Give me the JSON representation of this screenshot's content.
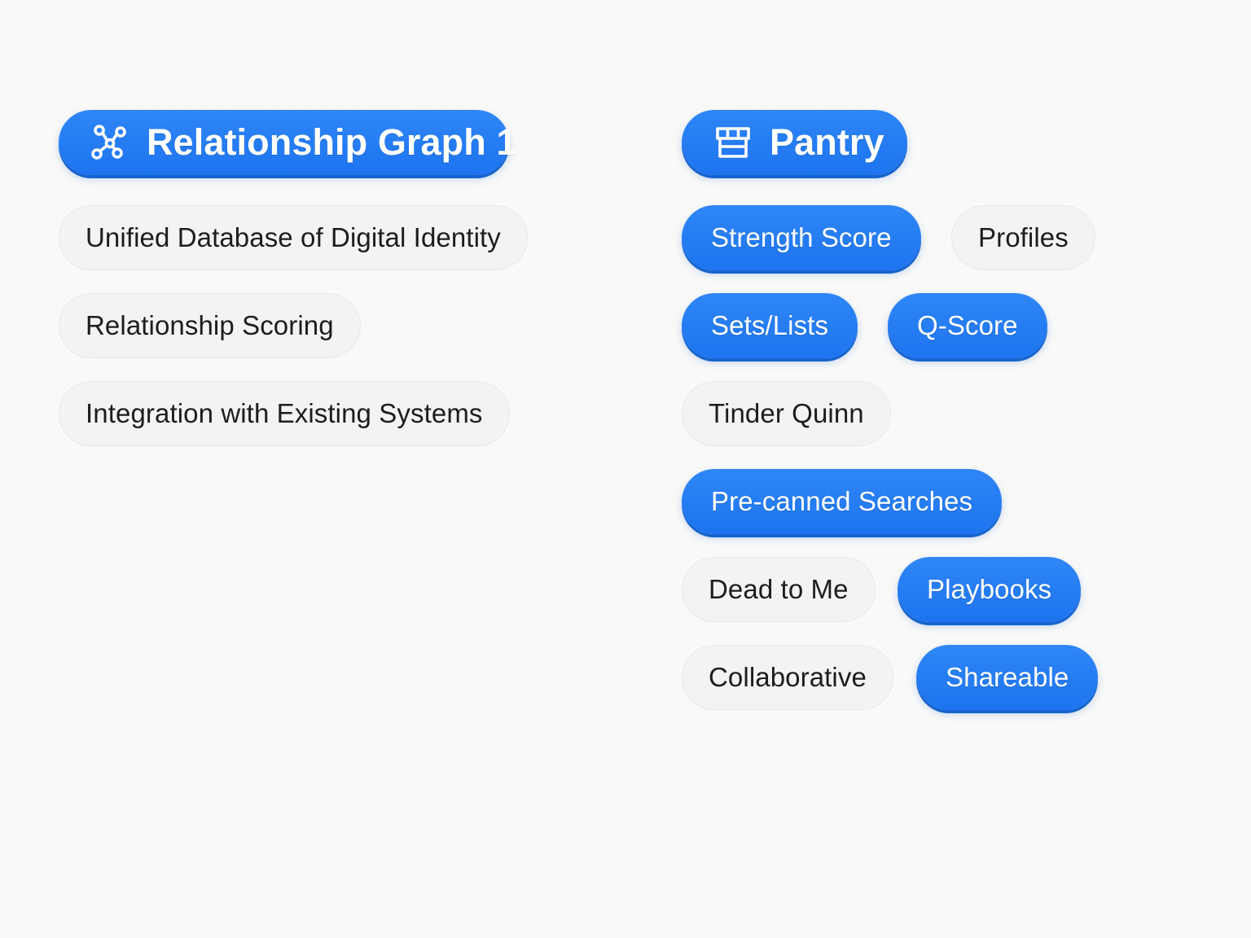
{
  "left_group": {
    "header": {
      "label": "Relationship Graph 1",
      "icon": "graph-network-icon"
    },
    "tags": [
      {
        "label": "Unified Database of Digital Identity",
        "state": "inactive"
      },
      {
        "label": "Relationship Scoring",
        "state": "inactive"
      },
      {
        "label": "Integration with Existing Systems",
        "state": "inactive"
      }
    ]
  },
  "right_group": {
    "header": {
      "label": "Pantry",
      "icon": "storefront-icon"
    },
    "tags": [
      {
        "label": "Strength Score",
        "state": "active"
      },
      {
        "label": "Profiles",
        "state": "inactive"
      },
      {
        "label": "Sets/Lists",
        "state": "active"
      },
      {
        "label": "Q-Score",
        "state": "active"
      },
      {
        "label": "Tinder Quinn",
        "state": "inactive"
      },
      {
        "label": "Pre-canned Searches",
        "state": "active"
      },
      {
        "label": "Dead to Me",
        "state": "inactive"
      },
      {
        "label": "Playbooks",
        "state": "active"
      },
      {
        "label": "Collaborative",
        "state": "inactive"
      },
      {
        "label": "Shareable",
        "state": "active"
      }
    ]
  },
  "colors": {
    "active_pill": "#1d74ef",
    "inactive_pill": "#f3f3f3",
    "inactive_text": "#1d1d1f",
    "background": "#f9f9f8"
  }
}
